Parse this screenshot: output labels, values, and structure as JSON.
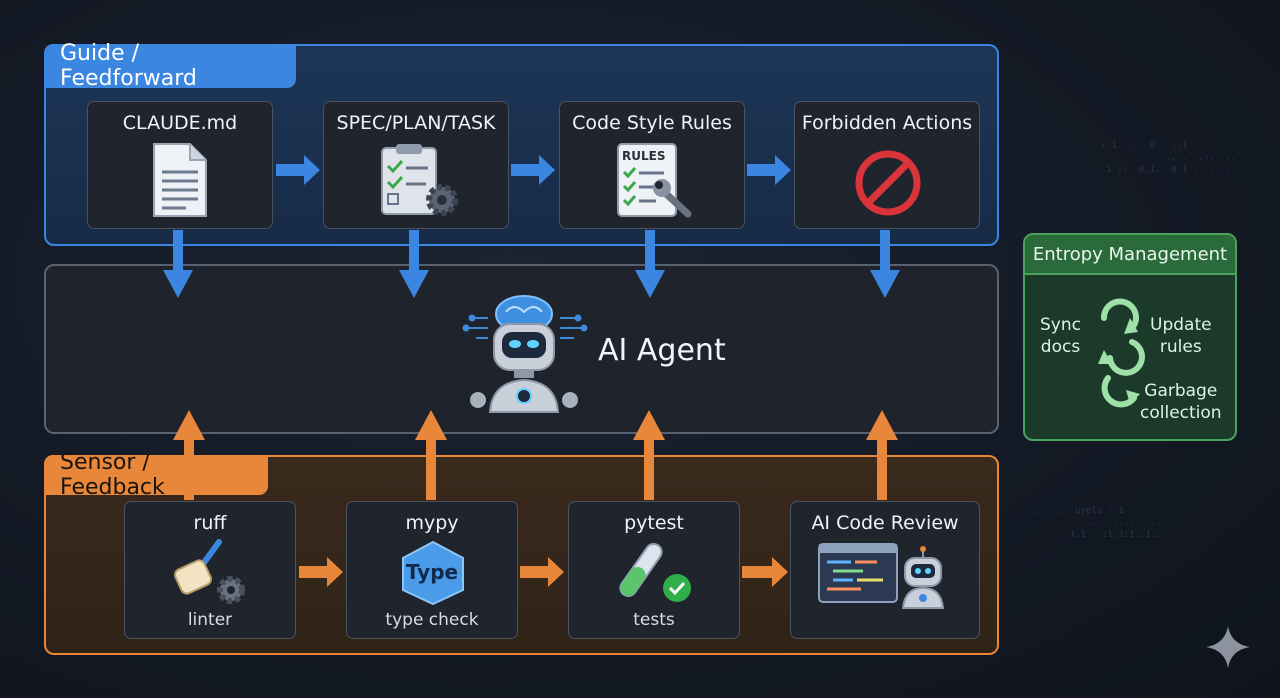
{
  "guide": {
    "label": "Guide / Feedforward",
    "cards": [
      "CLAUDE.md",
      "SPEC/PLAN/TASK",
      "Code Style Rules",
      "Forbidden Actions"
    ],
    "rules_tag": "RULES"
  },
  "agent": {
    "label": "AI Agent"
  },
  "sensor": {
    "label": "Sensor / Feedback",
    "cards": [
      {
        "title": "ruff",
        "sub": "linter"
      },
      {
        "title": "mypy",
        "sub": "type check",
        "icon_text": "Type"
      },
      {
        "title": "pytest",
        "sub": "tests"
      },
      {
        "title": "AI Code Review",
        "sub": ""
      }
    ]
  },
  "entropy": {
    "label": "Entropy Management",
    "sync": [
      "Sync",
      "docs"
    ],
    "update": [
      "Update",
      "rules"
    ],
    "garbage": [
      "Garbage",
      "collection"
    ]
  },
  "colors": {
    "guide": "#3a86e0",
    "sensor": "#e8863a",
    "entropy": "#49a35e"
  }
}
